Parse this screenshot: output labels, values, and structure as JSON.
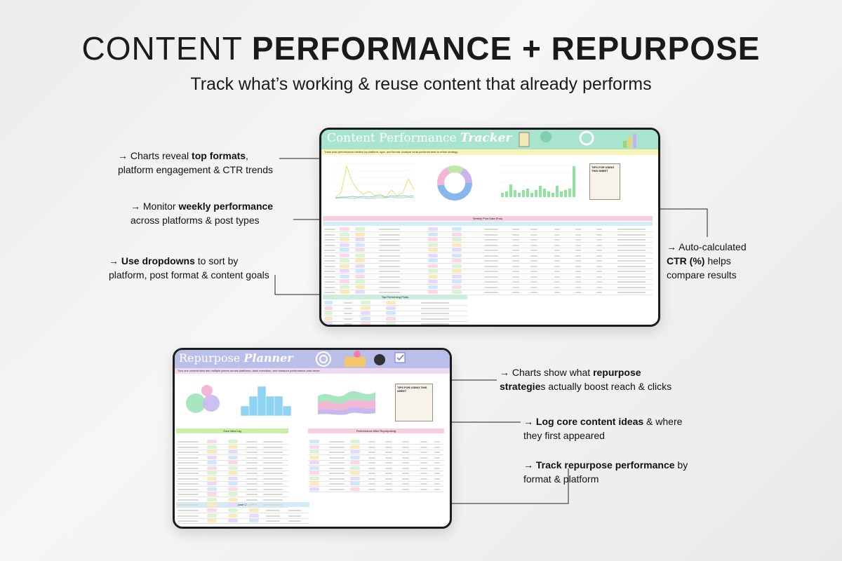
{
  "header": {
    "title_light": "CONTENT ",
    "title_bold": "PERFORMANCE + REPURPOSE",
    "subtitle": "Track what’s working & reuse content that already performs"
  },
  "callouts": {
    "c1": {
      "pre": "→ Charts reveal ",
      "bold": "top formats",
      "post": ",",
      "line2": "platform engagement & CTR trends"
    },
    "c2": {
      "pre": "→ Monitor ",
      "bold": "weekly performance",
      "line2": "across platforms & post types"
    },
    "c3": {
      "pre": "→ ",
      "bold": "Use dropdowns",
      "post": " to sort by",
      "line2": "platform, post format & content goals"
    },
    "c4": {
      "pre": "→ Auto-calculated",
      "bold": "CTR (%)",
      "post": " helps",
      "line3": "compare results"
    },
    "c5": {
      "pre": "→ Charts show what ",
      "bold": "repurpose",
      "bold2": "strategie",
      "post": "s actually boost reach & clicks"
    },
    "c6": {
      "pre": "→ ",
      "bold": "Log core content ideas",
      "post": " & where",
      "line2": "they first appeared"
    },
    "c7": {
      "pre": "→ ",
      "bold": "Track repurpose performance",
      "post": " by",
      "line2": "format & platform"
    }
  },
  "tracker": {
    "title_regular": "Content Performance ",
    "title_italic": "Tracker",
    "intro": "Track post performance metrics by platform, type, and format. Analyze what performs best to refine strategy",
    "section_weekly": "Weekly Post Data Entry",
    "section_top": "Top Performing Posts",
    "tips_title": "TIPS FOR USING THIS SHEET"
  },
  "planner": {
    "title_regular": "Repurpose ",
    "title_italic": "Planner",
    "intro": "Turn one content idea into multiple pieces across platforms, track execution, and measure performance post-reuse",
    "section_core": "Core Idea Log",
    "section_perf": "Performance After Repurposing",
    "section_check": "Repurpose Checklist",
    "tips_title": "TIPS FOR USING THIS SHEET"
  },
  "colors": {
    "tracker_header": "#a9e4cf",
    "planner_header": "#b9bfe9",
    "accent_yellow": "#f7f4b8",
    "accent_pink": "#f6cfe3",
    "bar_green": "#8fe39d",
    "bar_blue": "#8fd3f3"
  }
}
